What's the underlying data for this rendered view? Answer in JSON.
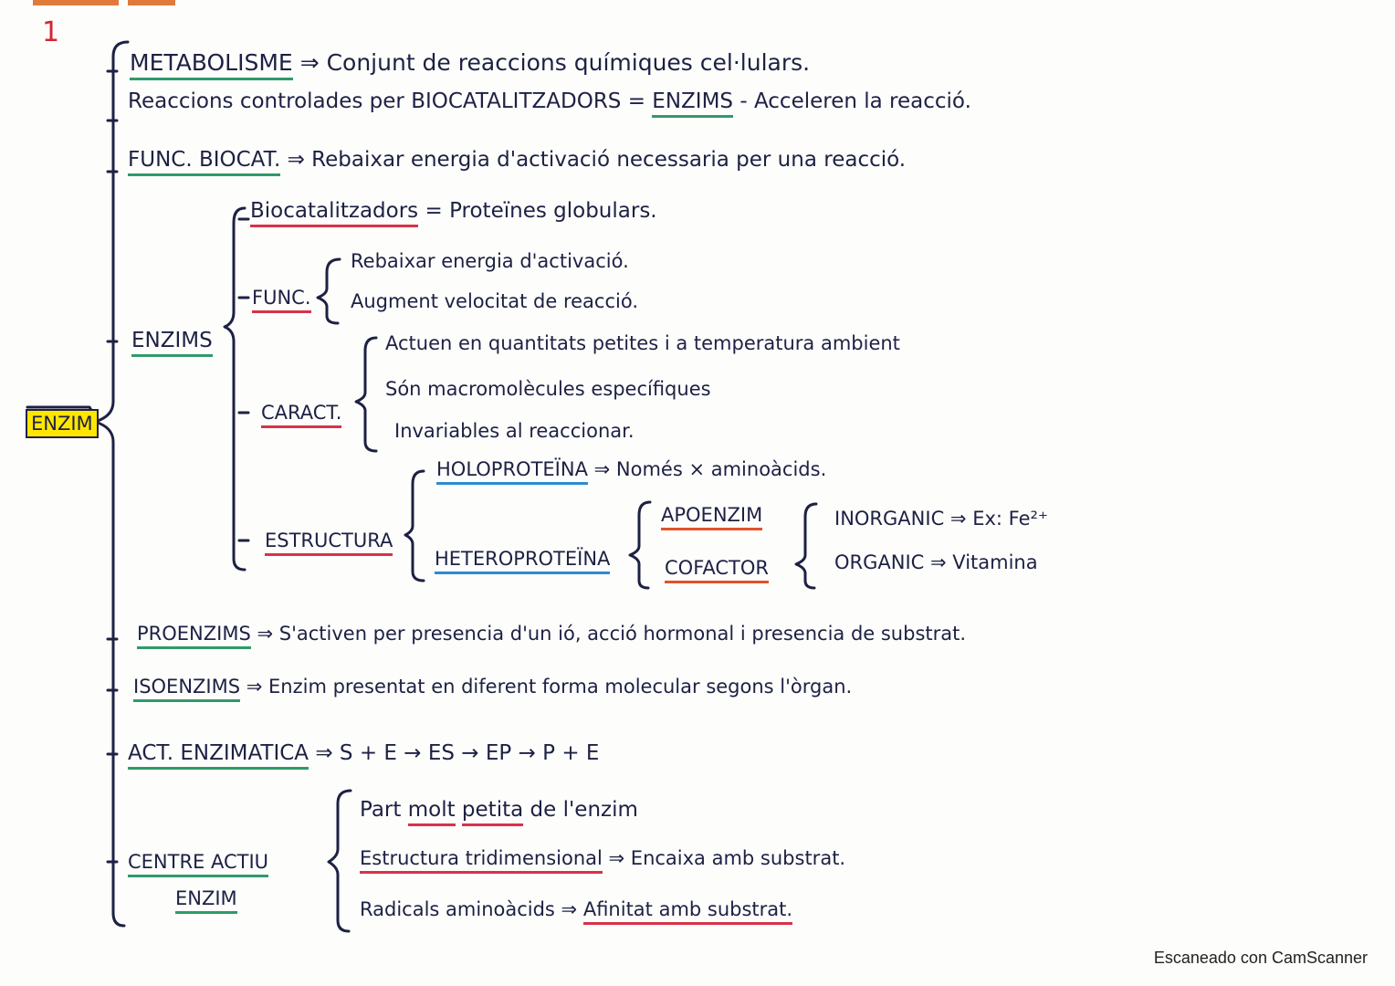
{
  "page_number": "1",
  "root": "ENZIM",
  "metabolisme": {
    "term": "METABOLISME",
    "text": "⇒ Conjunt de reaccions químiques cel·lulars."
  },
  "reaccions": {
    "text_a": "Reaccions controlades per BIOCATALITZADORS =",
    "term": "ENZIMS",
    "text_b": "- Acceleren la reacció."
  },
  "func_biocat": {
    "term": "FUNC. BIOCAT.",
    "text": "⇒ Rebaixar energia d'activació necessaria per una reacció."
  },
  "enzims": {
    "term": "ENZIMS",
    "biocat": {
      "term": "Biocatalitzadors",
      "text": "= Proteïnes globulars."
    },
    "func": {
      "term": "FUNC.",
      "items": [
        "Rebaixar energia d'activació.",
        "Augment velocitat de reacció."
      ]
    },
    "caract": {
      "term": "CARACT.",
      "items": [
        "Actuen en quantitats petites i a temperatura ambient",
        "Són macromolècules específiques",
        "Invariables al reaccionar."
      ]
    },
    "estructura": {
      "term": "ESTRUCTURA",
      "holo": {
        "term": "HOLOPROTEÏNA",
        "text": "⇒ Només × aminoàcids."
      },
      "hetero": {
        "term": "HETEROPROTEÏNA",
        "apo": "APOENZIM",
        "cofactor": "COFACTOR",
        "inorganic": {
          "term": "INORGANIC",
          "text": "⇒ Ex: Fe²⁺"
        },
        "organic": {
          "term": "ORGANIC",
          "text": "⇒ Vitamina"
        }
      }
    }
  },
  "proenzims": {
    "term": "PROENZIMS",
    "text": "⇒ S'activen per presencia d'un ió, acció hormonal i presencia de substrat."
  },
  "isoenzims": {
    "term": "ISOENZIMS",
    "text": "⇒ Enzim presentat en diferent forma molecular segons l'òrgan."
  },
  "act_enzimatica": {
    "term": "ACT. ENZIMATICA",
    "text": "⇒ S + E → ES → EP → P + E"
  },
  "centre_actiu": {
    "term_a": "CENTRE ACTIU",
    "term_b": "ENZIM",
    "item1": {
      "a": "Part",
      "b": "molt",
      "c": "petita",
      "d": "de l'enzim"
    },
    "item2": {
      "term": "Estructura tridimensional",
      "text": "⇒ Encaixa amb substrat."
    },
    "item3": {
      "text": "Radicals aminoàcids ⇒",
      "term": "Afinitat amb substrat."
    }
  },
  "footer": "Escaneado con CamScanner",
  "colors": {
    "green": "#2f9a6a",
    "red": "#d8324a",
    "blue": "#2c8bd4",
    "orange": "#e2522a",
    "yellow": "#ffe600",
    "ink": "#1d2143"
  }
}
